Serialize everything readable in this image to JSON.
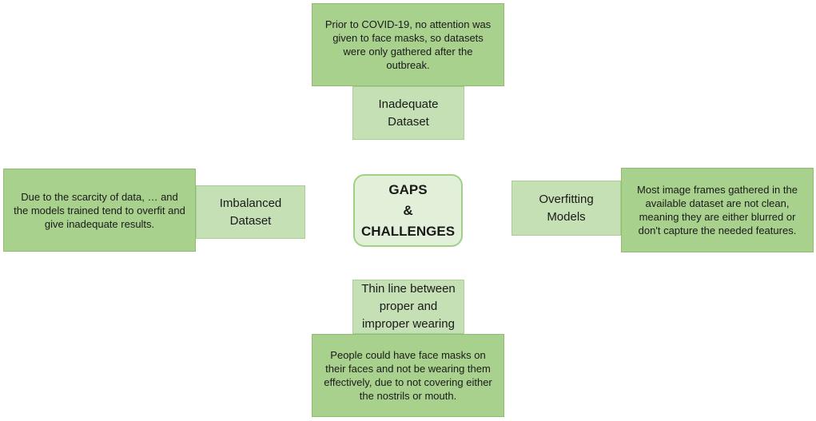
{
  "center": {
    "line1": "GAPS",
    "line2": "&",
    "line3": "CHALLENGES"
  },
  "top": {
    "description": "Prior to COVID-19, no attention was given to face masks, so datasets were only gathered after the outbreak.",
    "label": "Inadequate Dataset"
  },
  "left": {
    "description": "Due to the scarcity of data, … and the models trained tend to overfit and give inadequate results.",
    "label": "Imbalanced Dataset"
  },
  "right": {
    "label": "Overfitting Models",
    "description": "Most image frames gathered in the available dataset are not clean, meaning they are either blurred or don't capture the needed features."
  },
  "bottom": {
    "label": "Thin line between proper and improper wearing",
    "description": "People could have face masks on their faces and not be wearing them effectively, due to not covering either the nostrils or mouth."
  },
  "colors": {
    "description_fill": "#a9d18e",
    "label_fill": "#c5e0b4",
    "center_fill": "#e2f0d9",
    "center_border": "#9fd085"
  }
}
